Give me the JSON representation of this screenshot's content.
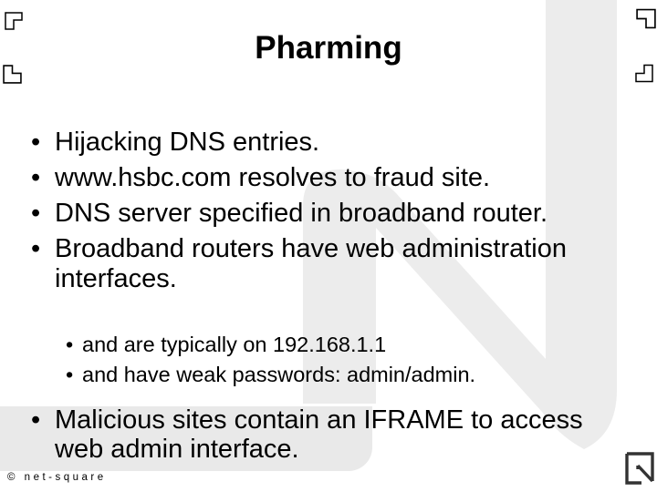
{
  "slide": {
    "title": "Pharming",
    "copyright": "© net-square",
    "colors": {
      "background": "#ffffff",
      "watermark": "#ececec",
      "highlight_box": "#e9e9e9",
      "text": "#000000",
      "logo": "#333333"
    }
  },
  "content": {
    "bullet_glyph": "•",
    "bullets": [
      {
        "lines": [
          "Hijacking DNS entries."
        ]
      },
      {
        "lines": [
          "www.hsbc.com resolves to fraud site."
        ]
      },
      {
        "lines": [
          "DNS server specified in broadband router."
        ]
      },
      {
        "lines": [
          "Broadband routers have web administration",
          "interfaces."
        ]
      }
    ],
    "sub_bullets": [
      {
        "lines": [
          "and are typically on 192.168.1.1"
        ]
      },
      {
        "lines": [
          "and have weak passwords: admin/admin."
        ]
      }
    ],
    "closing_bullet": {
      "lines": [
        "Malicious sites contain an IFRAME to access",
        "web admin interface."
      ]
    }
  }
}
